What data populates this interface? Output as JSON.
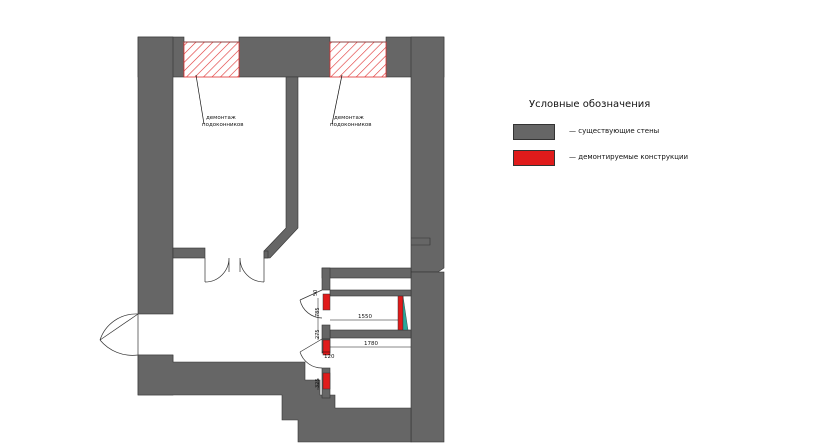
{
  "plan": {
    "annotations": [
      {
        "line1": "демонтаж",
        "line2": "подоконников"
      },
      {
        "line1": "демонтаж",
        "line2": "подоконников"
      }
    ],
    "dimensions": {
      "d_1550": "1550",
      "d_1780": "1780",
      "d_120": "120",
      "d_325": "325",
      "d_275": "275",
      "d_785": "785",
      "d_50": "50"
    }
  },
  "legend": {
    "title": "Условные обозначения",
    "items": [
      {
        "label": "— существующие стены",
        "color": "#666666"
      },
      {
        "label": "— демонтируемые конструкции",
        "color": "#e01b1b"
      }
    ]
  },
  "colors": {
    "wall": "#666666",
    "demolish": "#e01b1b",
    "hatch": "#e03030"
  }
}
